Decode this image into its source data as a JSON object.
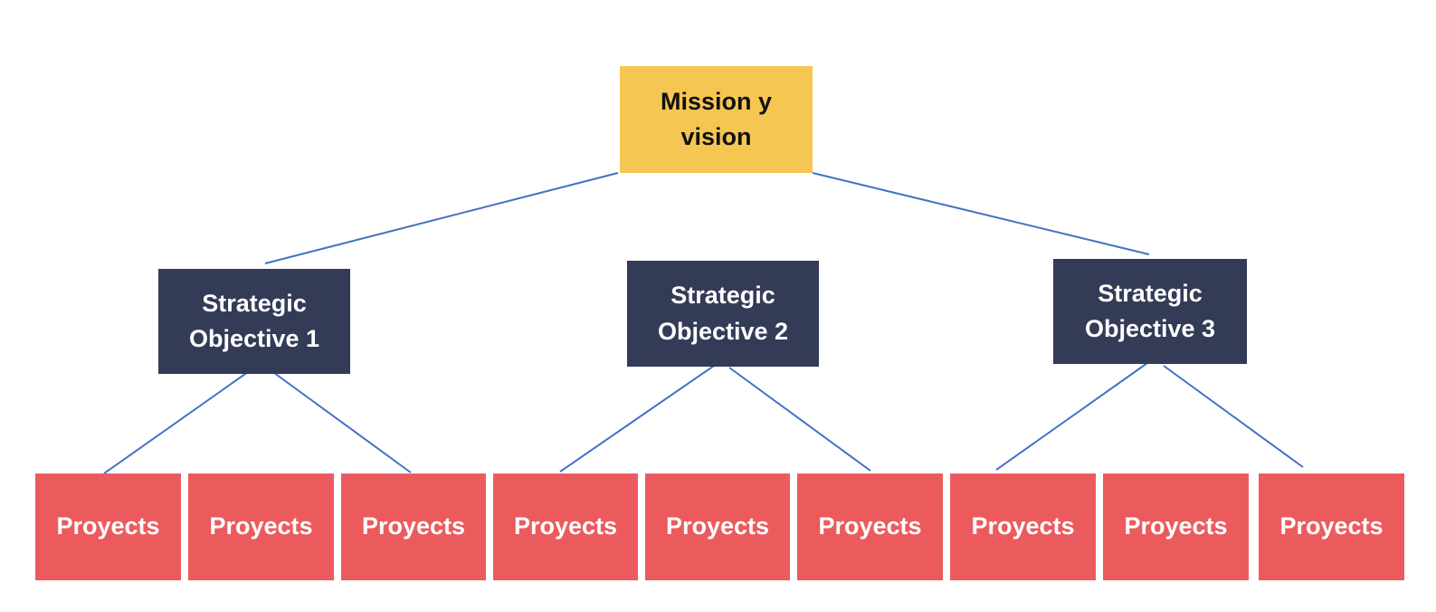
{
  "diagram": {
    "type": "hierarchy-tree",
    "colors": {
      "mission": "#f5c752",
      "objective": "#343b57",
      "project": "#eb5b5e",
      "connector": "#4472c4"
    },
    "root": {
      "label": "Mission y\nvision"
    },
    "objectives": [
      {
        "label": "Strategic\nObjective 1",
        "projects": [
          "Proyects",
          "Proyects",
          "Proyects"
        ]
      },
      {
        "label": "Strategic\nObjective 2",
        "projects": [
          "Proyects",
          "Proyects",
          "Proyects"
        ]
      },
      {
        "label": "Strategic\nObjective 3",
        "projects": [
          "Proyects",
          "Proyects",
          "Proyects"
        ]
      }
    ]
  }
}
